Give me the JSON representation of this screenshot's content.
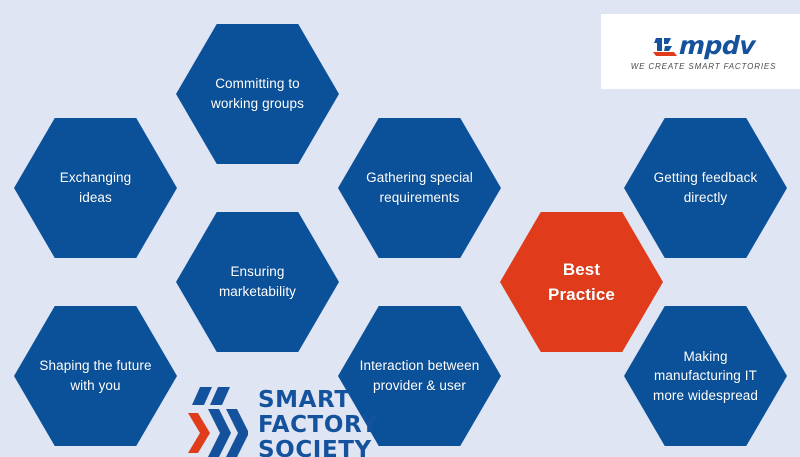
{
  "background_color": "#e0e5f3",
  "colors": {
    "hex_blue": "#0b5199",
    "hex_red": "#e03c1c",
    "logo_blue": "#15529e",
    "logo_red": "#e03c1c",
    "label_text": "#ffffff"
  },
  "hexagons": [
    {
      "id": "exchanging-ideas",
      "label": "Exchanging\nideas",
      "color": "blue"
    },
    {
      "id": "committing-working-groups",
      "label": "Committing to\nworking groups",
      "color": "blue"
    },
    {
      "id": "gathering-requirements",
      "label": "Gathering special\nrequirements",
      "color": "blue"
    },
    {
      "id": "ensuring-marketability",
      "label": "Ensuring\nmarketability",
      "color": "blue"
    },
    {
      "id": "shaping-future",
      "label": "Shaping the future\nwith you",
      "color": "blue"
    },
    {
      "id": "interaction-provider-user",
      "label": "Interaction between\nprovider & user",
      "color": "blue"
    },
    {
      "id": "best-practice",
      "label": "Best\nPractice",
      "color": "red"
    },
    {
      "id": "getting-feedback",
      "label": "Getting feedback\ndirectly",
      "color": "blue"
    },
    {
      "id": "making-manufacturing-it",
      "label": "Making\nmanufacturing IT\nmore widespread",
      "color": "blue"
    }
  ],
  "mpdv_logo": {
    "wordmark": "mpdv",
    "tagline": "WE CREATE SMART FACTORIES"
  },
  "smart_factory_society_logo": {
    "line1": "SMART",
    "line2": "FACTORY",
    "line3": "SOCIETY"
  }
}
